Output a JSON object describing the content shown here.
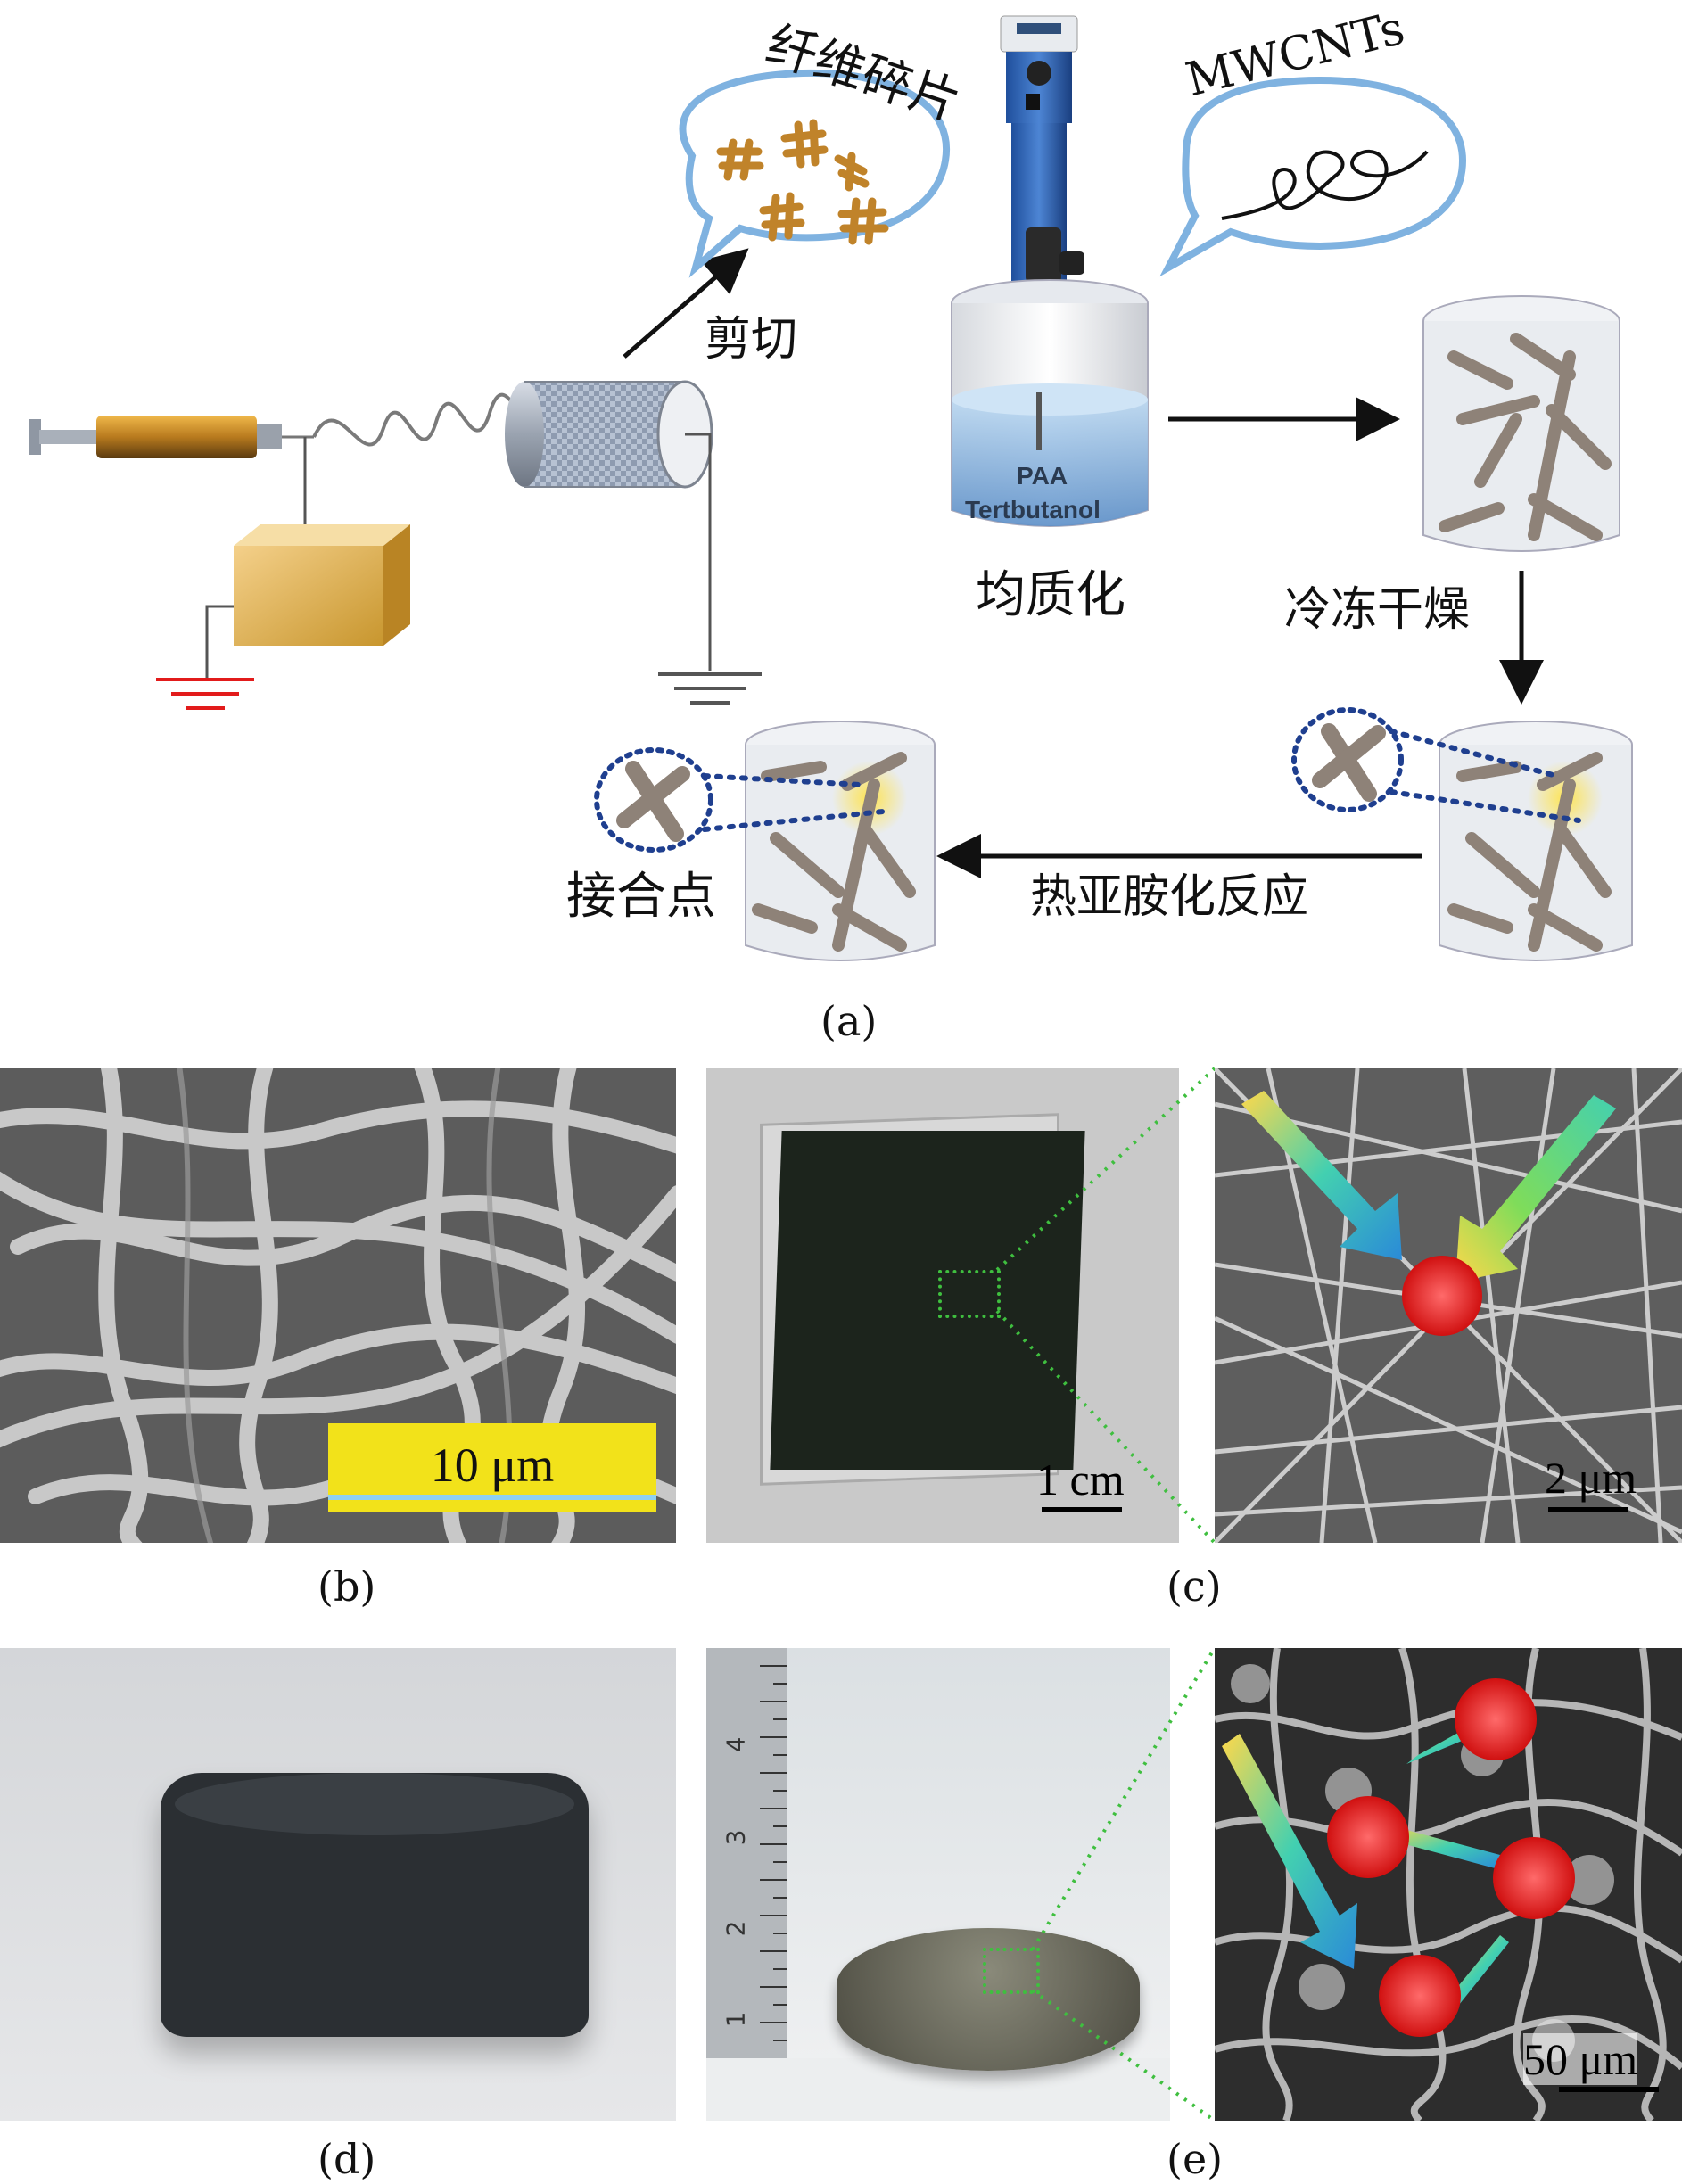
{
  "panel_a": {
    "fiber_fragments_label": "纤维碎片",
    "mwcnts_label": "MWCNTs",
    "cut_label": "剪切",
    "beaker_text_1": "PAA",
    "beaker_text_2": "Tertbutanol",
    "homogenize_label": "均质化",
    "freeze_dry_label": "冷冻干燥",
    "imidization_label": "热亚胺化反应",
    "junction_label": "接合点",
    "caption": "(a)"
  },
  "panel_b": {
    "scale_label": "10 μm",
    "caption": "(b)"
  },
  "panel_c": {
    "scale_left_label": "1 cm",
    "scale_right_label": "2 μm",
    "caption": "(c)"
  },
  "panel_d": {
    "caption": "(d)"
  },
  "panel_e": {
    "ruler_numbers": [
      "1",
      "2",
      "3",
      "4"
    ],
    "scale_label": "50 μm",
    "caption": "(e)"
  },
  "colors": {
    "spring_blue": "#5b9bd5",
    "fiber_orange": "#c0832a",
    "accent_red": "#e21b1b",
    "dotted_blue": "#1f3f8f",
    "dotted_green": "#3fbf3f",
    "scale_yellow": "#f2e21a"
  }
}
